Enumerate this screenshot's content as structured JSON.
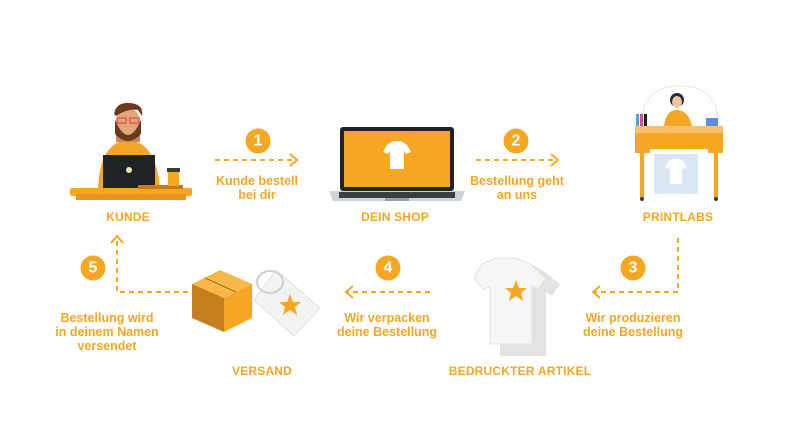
{
  "colors": {
    "accent": "#f5a623",
    "dark": "#1f2328"
  },
  "nodes": {
    "kunde": "KUNDE",
    "shop": "DEIN SHOP",
    "printlabs": "PRINTLABS",
    "artikel": "BEDRUCKTER ARTIKEL",
    "versand": "VERSAND"
  },
  "steps": [
    {
      "number": "1",
      "line1": "Kunde bestell",
      "line2": "bei dir"
    },
    {
      "number": "2",
      "line1": "Bestellung geht",
      "line2": "an uns"
    },
    {
      "number": "3",
      "line1": "Wir produzieren",
      "line2": "deine Bestellung"
    },
    {
      "number": "4",
      "line1": "Wir verpacken",
      "line2": "deine Bestellung"
    },
    {
      "number": "5",
      "line1": "Bestellung wird",
      "line2": "in deinem Namen",
      "line3": "versendet"
    }
  ]
}
